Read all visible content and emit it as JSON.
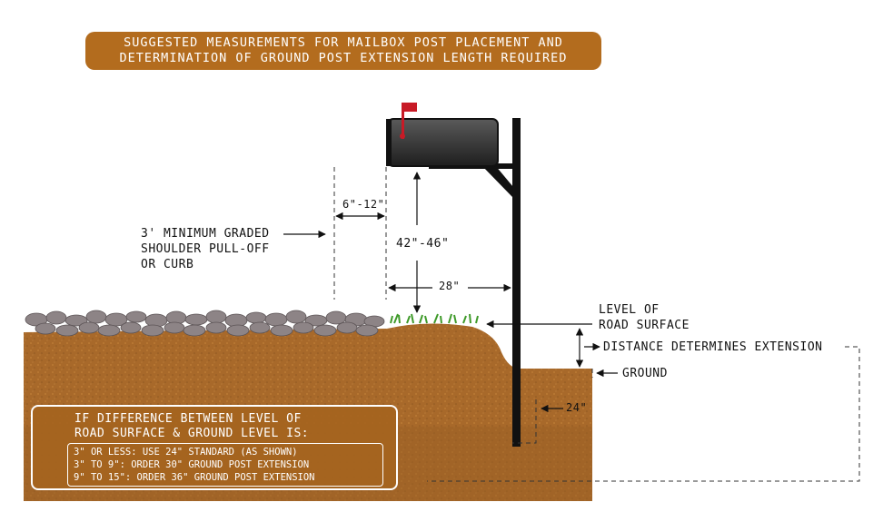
{
  "title": {
    "line1": "SUGGESTED MEASUREMENTS FOR MAILBOX POST PLACEMENT AND",
    "line2": "DETERMINATION OF GROUND POST EXTENSION LENGTH REQUIRED"
  },
  "labels": {
    "shoulder": [
      "3' MINIMUM GRADED",
      "SHOULDER PULL-OFF",
      "OR CURB"
    ],
    "offset": "6\"-12\"",
    "height": "42\"-46\"",
    "distance_to_post": "28\"",
    "road_level": [
      "LEVEL OF",
      "ROAD SURFACE"
    ],
    "extension": "DISTANCE DETERMINES EXTENSION",
    "ground": "GROUND",
    "depth": "24\""
  },
  "info_box": {
    "heading": [
      "IF DIFFERENCE BETWEEN LEVEL OF",
      "ROAD SURFACE & GROUND LEVEL IS:"
    ],
    "rules": [
      "3\" OR LESS: USE 24\" STANDARD (AS SHOWN)",
      "3\" TO 9\": ORDER 30\" GROUND POST EXTENSION",
      "9\" TO 15\": ORDER 36\" GROUND POST EXTENSION"
    ]
  },
  "colors": {
    "banner": "#b36c1e",
    "soil": "#a8692a",
    "soil_dark": "#8a5420",
    "gravel": "#8d8486",
    "grass": "#3f9a2a",
    "post": "#111111",
    "flag": "#c81a26",
    "mailbox": "#3a3a3a"
  }
}
